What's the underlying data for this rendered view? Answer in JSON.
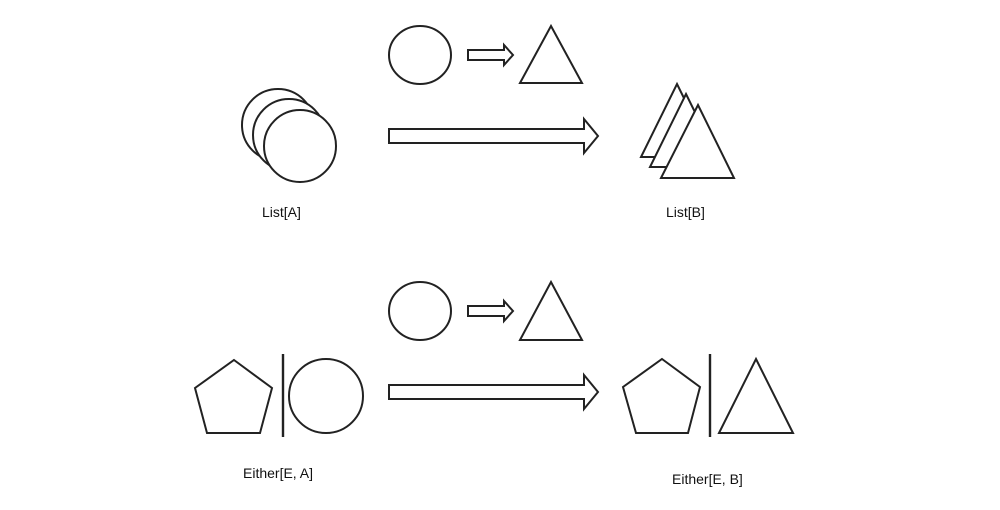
{
  "labels": {
    "list_a": "List[A]",
    "list_b": "List[B]",
    "either_a": "Either[E, A]",
    "either_b": "Either[E, B]"
  },
  "colors": {
    "stroke": "#222222",
    "fill": "#ffffff",
    "background": "#ffffff"
  },
  "icons": {
    "circle": "circle-icon",
    "triangle": "triangle-icon",
    "pentagon": "pentagon-icon",
    "arrow": "arrow-icon"
  }
}
